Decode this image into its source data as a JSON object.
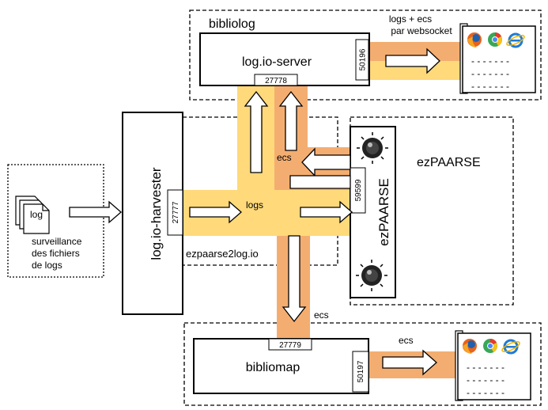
{
  "nodes": {
    "bibliolog_group": "bibliolog",
    "logio_server": "log.io-server",
    "logio_harvester": "log.io-harvester",
    "ezpaarse_group": "ezPAARSE",
    "ezpaarse_box": "ezPAARSE",
    "bibliomap": "bibliomap",
    "ezpaarse2logio": "ezpaarse2log.io",
    "log_file": "log"
  },
  "ports": {
    "server_top": "27778",
    "server_ws": "50196",
    "harvester": "27777",
    "ezpaarse": "59599",
    "bibliomap_top": "27779",
    "bibliomap_ws": "50197"
  },
  "labels": {
    "logs_ecs": "logs + ecs",
    "par_websocket": "par websocket",
    "ecs_middle": "ecs",
    "logs_flow": "logs",
    "ecs_down": "ecs",
    "ecs_bibliomap": "ecs",
    "surveillance_1": "surveillance",
    "surveillance_2": "des fichiers",
    "surveillance_3": "de logs"
  },
  "colors": {
    "light_flow": "#ffd97a",
    "dark_flow": "#f4ad70"
  },
  "icons": [
    "firefox-icon",
    "chrome-icon",
    "ie-icon",
    "gear-icon"
  ]
}
